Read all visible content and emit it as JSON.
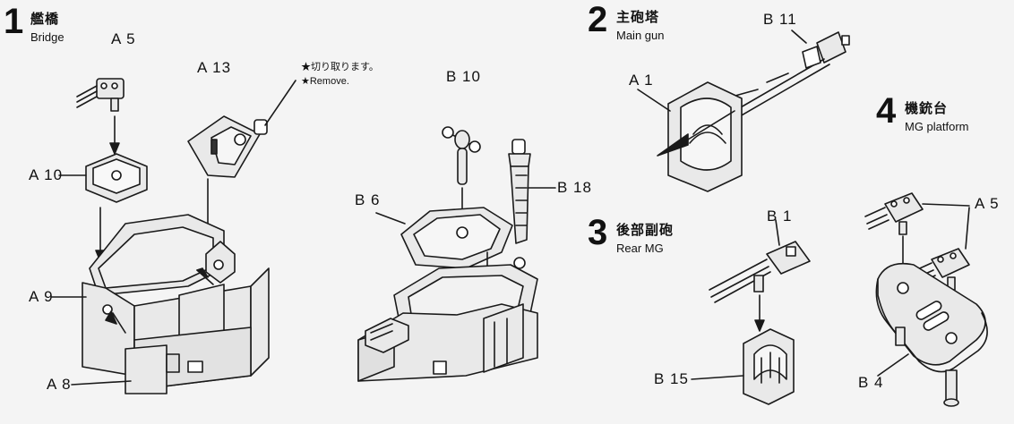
{
  "steps": [
    {
      "number": "1",
      "title_jp": "艦橋",
      "title_en": "Bridge"
    },
    {
      "number": "2",
      "title_jp": "主砲塔",
      "title_en": "Main gun"
    },
    {
      "number": "3",
      "title_jp": "後部副砲",
      "title_en": "Rear MG"
    },
    {
      "number": "4",
      "title_jp": "機銃台",
      "title_en": "MG platform"
    }
  ],
  "notes": {
    "cut_jp": "★切り取ります。",
    "remove_en": "★Remove."
  },
  "parts": {
    "a5_bridge": "A 5",
    "a13": "A 13",
    "a10": "A 10",
    "a9": "A 9",
    "a8": "A 8",
    "b10": "B 10",
    "b6": "B 6",
    "b18": "B 18",
    "a1": "A 1",
    "b11": "B 11",
    "b1": "B 1",
    "b15": "B 15",
    "a5_platform": "A 5",
    "b4": "B 4"
  }
}
